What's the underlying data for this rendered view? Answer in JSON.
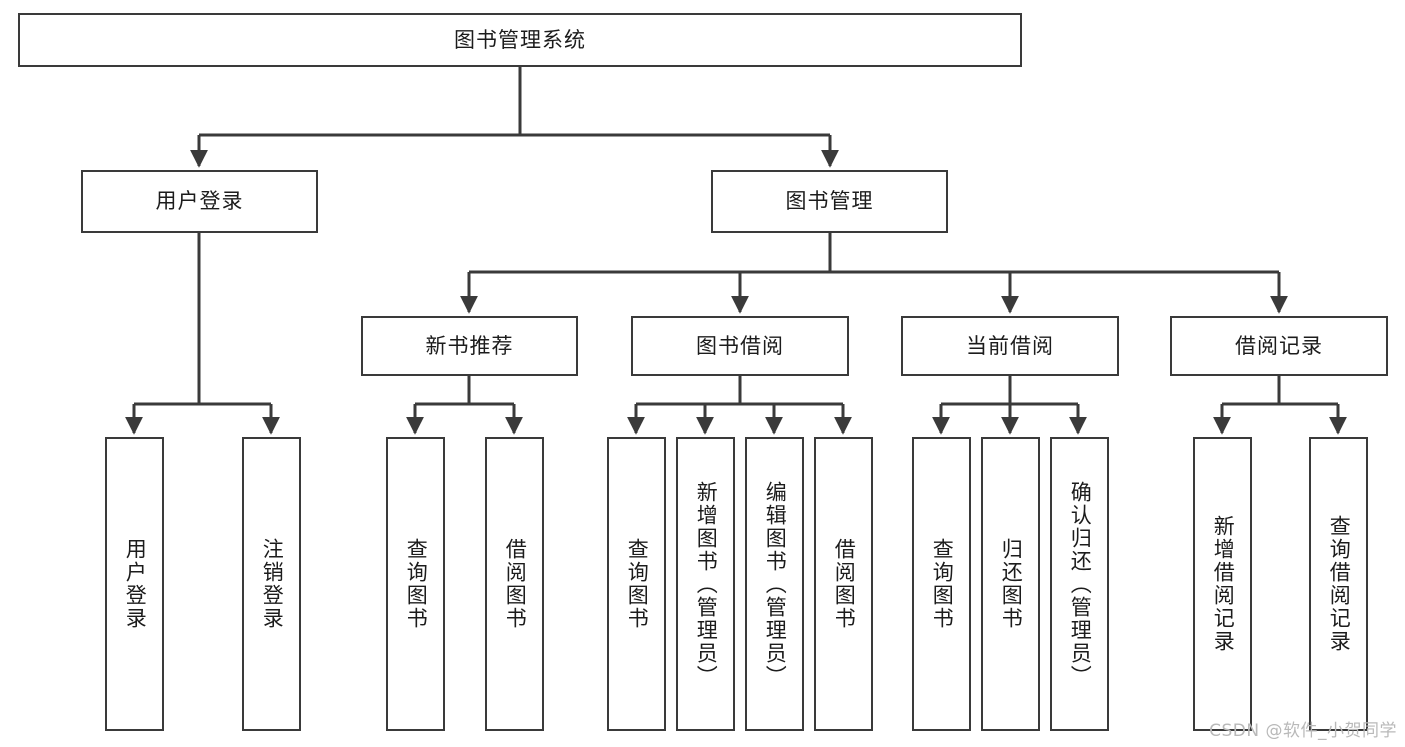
{
  "diagram": {
    "title": "图书管理系统",
    "watermark": "CSDN @软件_小贺同学",
    "colors": {
      "box_border": "#3a3a3a",
      "box_fill": "#ffffff",
      "edge": "#3a3a3a",
      "text": "#1c1c1c",
      "watermark": "#b9b9b9",
      "background": "#ffffff"
    },
    "nodes": {
      "root": {
        "label": "图书管理系统"
      },
      "level2": [
        {
          "label": "用户登录"
        },
        {
          "label": "图书管理"
        }
      ],
      "level3": [
        {
          "label": "新书推荐"
        },
        {
          "label": "图书借阅"
        },
        {
          "label": "当前借阅"
        },
        {
          "label": "借阅记录"
        }
      ],
      "leaves_user_login": [
        {
          "label": "用户登录"
        },
        {
          "label": "注销登录"
        }
      ],
      "leaves_new_book": [
        {
          "label": "查询图书"
        },
        {
          "label": "借阅图书"
        }
      ],
      "leaves_borrow": [
        {
          "label": "查询图书"
        },
        {
          "label": "新增图书（管理员）"
        },
        {
          "label": "编辑图书（管理员）"
        },
        {
          "label": "借阅图书"
        }
      ],
      "leaves_current": [
        {
          "label": "查询图书"
        },
        {
          "label": "归还图书"
        },
        {
          "label": "确认归还（管理员）"
        }
      ],
      "leaves_records": [
        {
          "label": "新增借阅记录"
        },
        {
          "label": "查询借阅记录"
        }
      ]
    }
  }
}
